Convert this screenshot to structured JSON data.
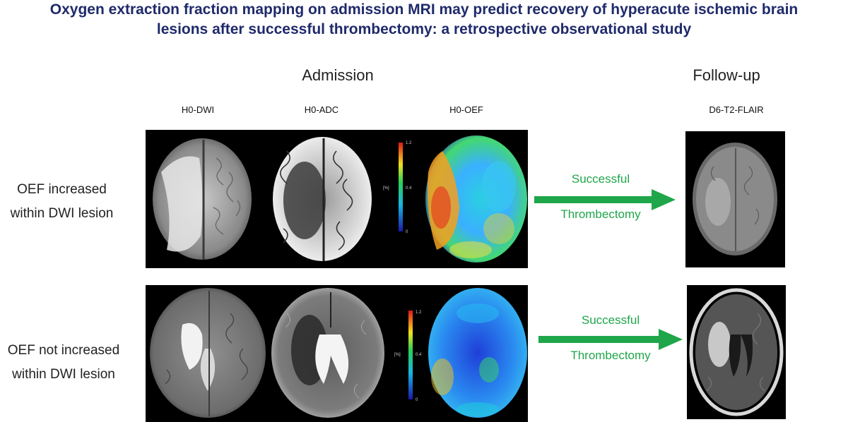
{
  "title": {
    "line1": "Oxygen extraction fraction mapping on admission MRI may predict recovery of hyperacute ischemic brain",
    "line2": "lesions after successful thrombectomy: a retrospective observational study"
  },
  "sections": {
    "admission": "Admission",
    "followup": "Follow-up"
  },
  "columns": {
    "dwi": "H0-DWI",
    "adc": "H0-ADC",
    "oef": "H0-OEF",
    "flair": "D6-T2-FLAIR"
  },
  "rows": [
    {
      "label_line1": "OEF increased",
      "label_line2": "within DWI lesion",
      "arrow_line1": "Successful",
      "arrow_line2": "Thrombectomy",
      "colorbar_top": "1.2",
      "colorbar_mid": "0.4",
      "colorbar_bottom": "0",
      "colorbar_unit": "[%]"
    },
    {
      "label_line1": "OEF not increased",
      "label_line2": "within DWI lesion",
      "arrow_line1": "Successful",
      "arrow_line2": "Thrombectomy",
      "colorbar_top": "1.2",
      "colorbar_mid": "0.4",
      "colorbar_bottom": "0",
      "colorbar_unit": "[%]"
    }
  ],
  "colors": {
    "title": "#1f2a6b",
    "arrow": "#1fa64a"
  }
}
